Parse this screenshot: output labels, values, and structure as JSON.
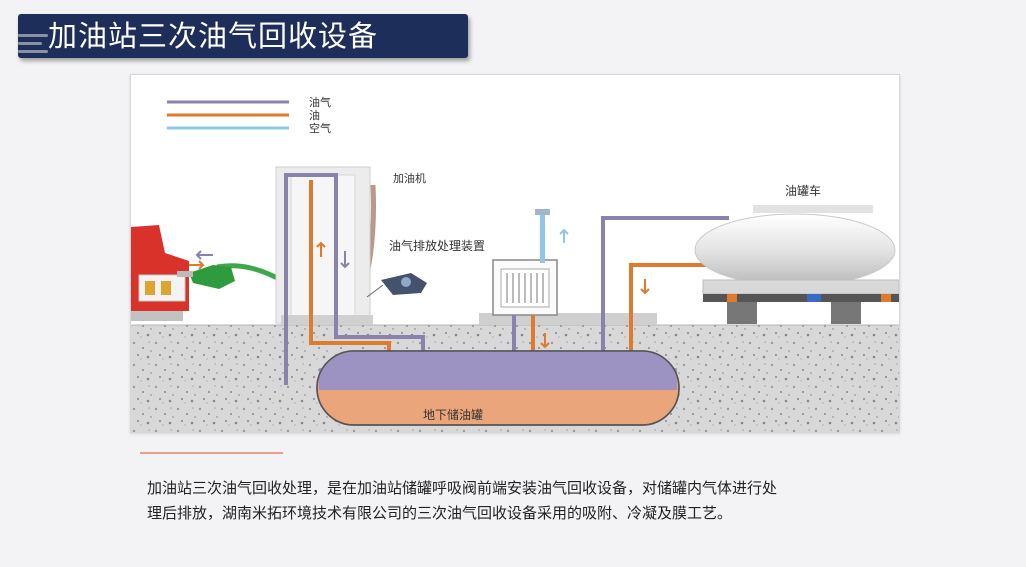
{
  "slide": {
    "title": "加油站三次油气回收设备",
    "caption_line1": "加油站三次油气回收处理，是在加油站储罐呼吸阀前端安装油气回收设备，对储罐内气体进行处",
    "caption_line2": "理后排放，湖南米拓环境技术有限公司的三次油气回收设备采用的吸附、冷凝及膜工艺。"
  },
  "diagram": {
    "legend": [
      {
        "label": "油气",
        "color": "#8a82ad"
      },
      {
        "label": "油",
        "color": "#e07a2c"
      },
      {
        "label": "空气",
        "color": "#8ec8e8"
      }
    ],
    "labels": {
      "dispenser": "加油机",
      "treatment_unit": "油气排放处理装置",
      "tanker_truck": "油罐车",
      "underground_tank": "地下储油罐"
    }
  }
}
